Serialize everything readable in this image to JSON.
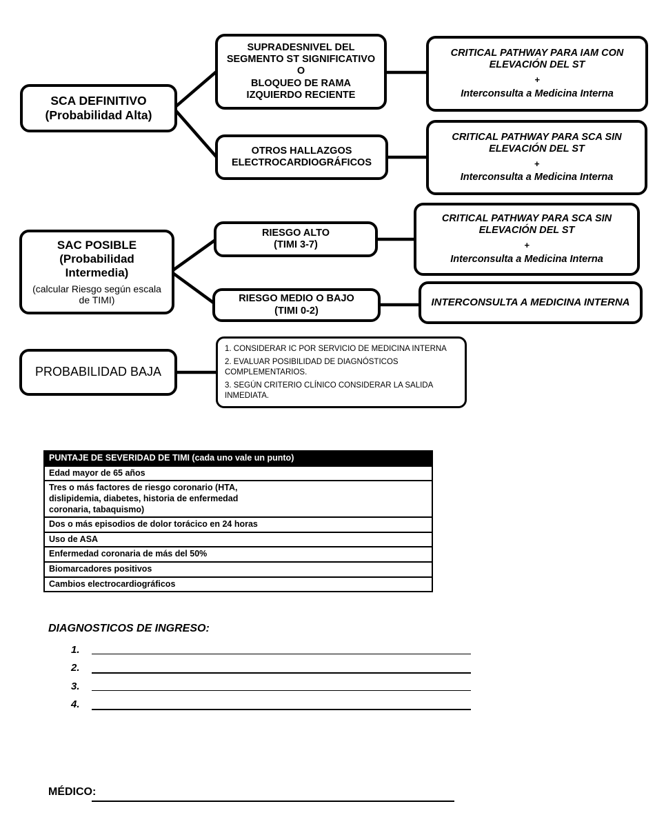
{
  "page": {
    "background": "#ffffff",
    "text_color": "#000000"
  },
  "flowchart": {
    "sca_definitivo": {
      "title": "SCA DEFINITIVO",
      "subtitle": "(Probabilidad Alta)"
    },
    "supradesnivel": {
      "line1": "SUPRADESNIVEL DEL\nSEGMENTO ST SIGNIFICATIVO",
      "conjunction": "O",
      "line2": "BLOQUEO DE RAMA\nIZQUIERDO RECIENTE"
    },
    "cp_iam_con_st": {
      "line1": "CRITICAL PATHWAY PARA IAM  CON\nELEVACIÓN DEL ST",
      "plus": "+",
      "line2": "Interconsulta a Medicina Interna"
    },
    "otros_hallazgos": {
      "line1": "OTROS HALLAZGOS\nELECTROCARDIOGRÁFICOS"
    },
    "cp_sca_sin_st_1": {
      "line1": "CRITICAL PATHWAY PARA SCA SIN\nELEVACIÓN DEL ST",
      "plus": "+",
      "line2": "Interconsulta a Medicina Interna"
    },
    "sac_posible": {
      "title": "SAC POSIBLE",
      "subtitle": "(Probabilidad\nIntermedia)",
      "note": "(calcular Riesgo según escala\nde TIMI)"
    },
    "riesgo_alto": {
      "line1": "RIESGO ALTO",
      "line2": "(TIMI 3-7)"
    },
    "cp_sca_sin_st_2": {
      "line1": "CRITICAL PATHWAY PARA SCA SIN\nELEVACIÓN DEL ST",
      "plus": "+",
      "line2": "Interconsulta a Medicina Interna"
    },
    "riesgo_medio_bajo": {
      "line1": "RIESGO MEDIO O BAJO",
      "line2": "(TIMI 0-2)"
    },
    "interconsulta_mi": {
      "line1": "INTERCONSULTA A MEDICINA INTERNA"
    },
    "probabilidad_baja": {
      "line1": "PROBABILIDAD BAJA"
    },
    "acciones_prob_baja": {
      "item1": "1. CONSIDERAR IC POR SERVICIO DE MEDICINA INTERNA",
      "item2": "2. EVALUAR POSIBILIDAD DE DIAGNÓSTICOS\nCOMPLEMENTARIOS.",
      "item3": "3. SEGÚN CRITERIO CLÍNICO CONSIDERAR LA SALIDA\nINMEDIATA."
    }
  },
  "timi_table": {
    "header": "PUNTAJE DE SEVERIDAD DE TIMI (cada uno vale un punto)",
    "rows": [
      "Edad mayor de 65 años",
      "Tres o más factores de riesgo coronario (HTA,\ndislipidemia, diabetes, historia de enfermedad\ncoronaria, tabaquismo)",
      "Dos o más episodios de dolor torácico en 24 horas",
      "Uso de ASA",
      "Enfermedad coronaria de más del 50%",
      "Biomarcadores positivos",
      "Cambios electrocardiográficos"
    ]
  },
  "diagnosticos": {
    "title": "DIAGNOSTICOS DE INGRESO:",
    "items": [
      "1.",
      "2.",
      "3.",
      "4."
    ]
  },
  "medico": {
    "label": "MÉDICO:"
  }
}
